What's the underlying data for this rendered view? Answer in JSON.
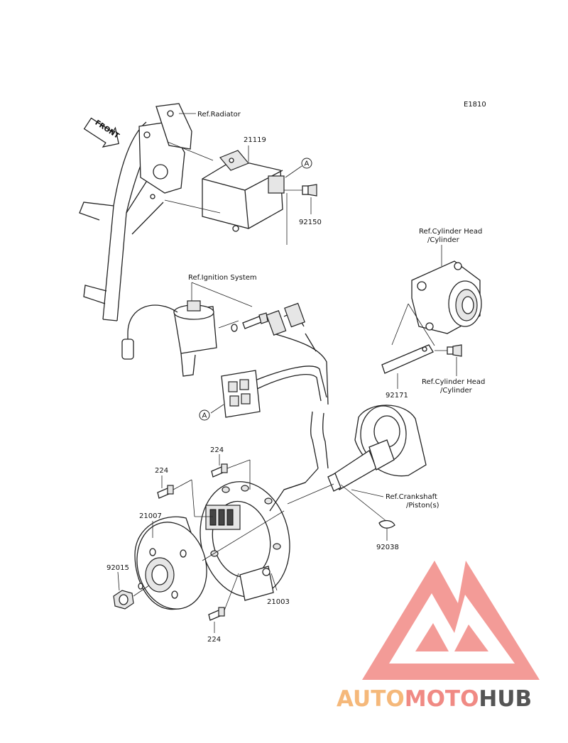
{
  "diagram_code": "E1810",
  "front_label": "FRONT",
  "labels": {
    "ref_radiator": "Ref.Radiator",
    "p21119": "21119",
    "callout_a1": "A",
    "p92150": "92150",
    "ref_cyl_top_1": "Ref.Cylinder Head",
    "ref_cyl_top_2": "/Cylinder",
    "ref_ignition": "Ref.Ignition System",
    "ref_cyl_bot_1": "Ref.Cylinder Head",
    "ref_cyl_bot_2": "/Cylinder",
    "p92171": "92171",
    "callout_a2": "A",
    "p224_top": "224",
    "p224_left": "224",
    "p21007": "21007",
    "ref_crank_1": "Ref.Crankshaft",
    "ref_crank_2": "/Piston(s)",
    "p92038": "92038",
    "p92015": "92015",
    "p21003": "21003",
    "p224_bottom": "224"
  },
  "watermark": {
    "part1": "AUTO",
    "part2": "MOTO",
    "part3": "HUB",
    "color1": "#f5b87a",
    "color2": "#f08a84",
    "color3": "#555555",
    "logo_color": "#f28a86"
  }
}
